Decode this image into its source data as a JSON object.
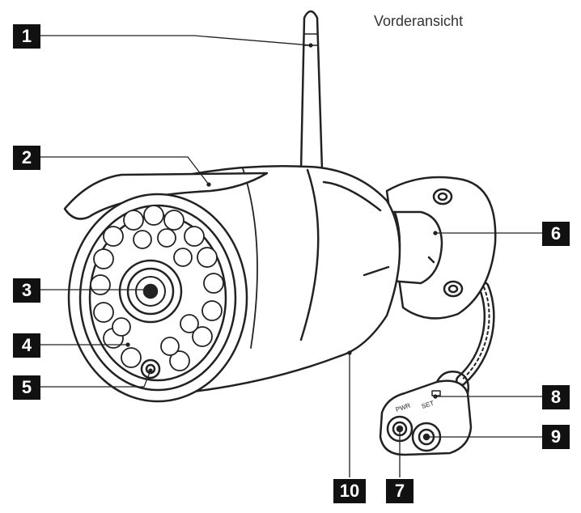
{
  "view_title": "Vorderansicht",
  "callouts": [
    "1",
    "2",
    "3",
    "4",
    "5",
    "6",
    "7",
    "8",
    "9",
    "10"
  ],
  "port_labels": {
    "left": "PWR",
    "right": "SET"
  },
  "colors": {
    "callout_bg": "#111111",
    "callout_text": "#ffffff",
    "line": "#222222"
  }
}
